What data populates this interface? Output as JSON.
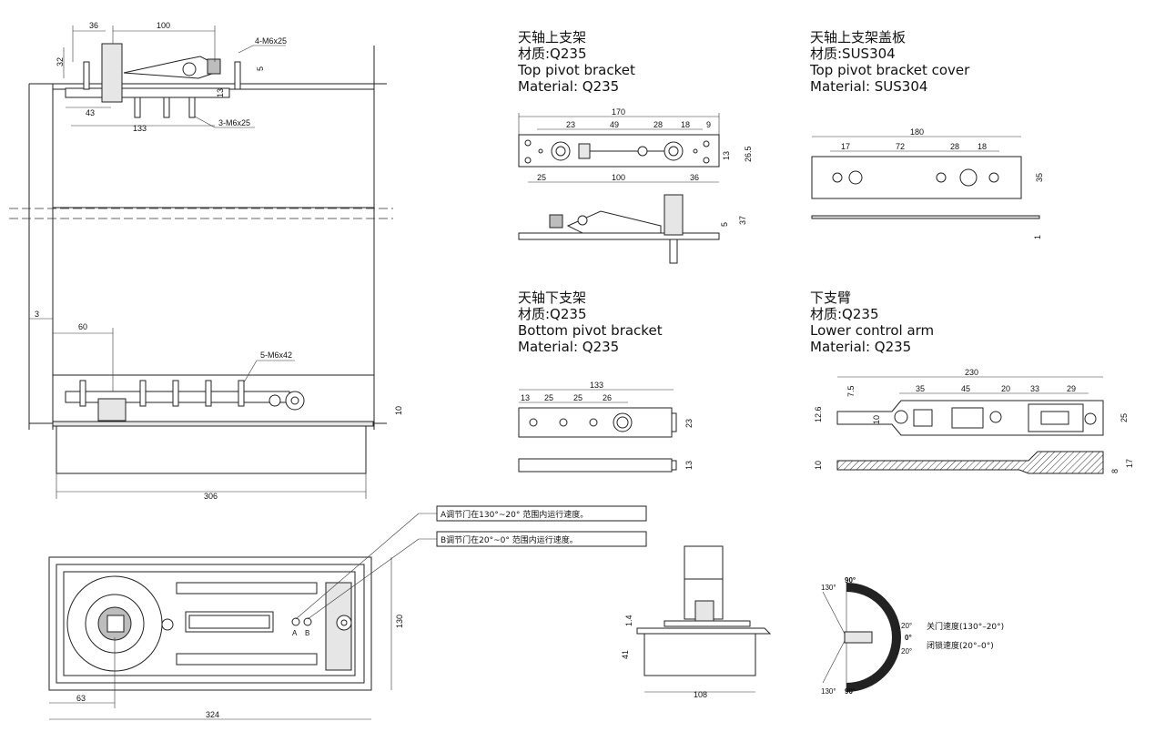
{
  "main_view": {
    "dims": [
      "36",
      "100",
      "32",
      "4-M6x25",
      "5",
      "13",
      "43",
      "133",
      "3-M6x25",
      "3",
      "60",
      "5-M6x42",
      "10",
      "306"
    ]
  },
  "top_pivot_bracket": {
    "title_cn": "天轴上支架",
    "material_cn": "材质:Q235",
    "title_en": "Top pivot bracket",
    "material_en": "Material: Q235",
    "dims": [
      "170",
      "23",
      "49",
      "28",
      "18",
      "9",
      "13",
      "26.5",
      "25",
      "100",
      "36",
      "5",
      "37"
    ]
  },
  "top_pivot_cover": {
    "title_cn": "天轴上支架盖板",
    "material_cn": "材质:SUS304",
    "title_en": "Top pivot bracket cover",
    "material_en": "Material: SUS304",
    "dims": [
      "180",
      "17",
      "72",
      "28",
      "18",
      "35",
      "1"
    ]
  },
  "bottom_pivot_bracket": {
    "title_cn": "天轴下支架",
    "material_cn": "材质:Q235",
    "title_en": "Bottom pivot bracket",
    "material_en": "Material: Q235",
    "dims": [
      "133",
      "13",
      "25",
      "25",
      "26",
      "23",
      "13"
    ]
  },
  "lower_control_arm": {
    "title_cn": "下支臂",
    "material_cn": "材质:Q235",
    "title_en": "Lower control arm",
    "material_en": "Material: Q235",
    "dims": [
      "230",
      "7.5",
      "35",
      "45",
      "20",
      "33",
      "29",
      "12.6",
      "10",
      "25",
      "10",
      "8",
      "17"
    ]
  },
  "closer_body": {
    "note_a": "A调节门在130°~20° 范围内运行速度。",
    "note_b": "B调节门在20°~0° 范围内运行速度。",
    "valve_a": "A",
    "valve_b": "B",
    "dims": [
      "130",
      "63",
      "324"
    ]
  },
  "side_view": {
    "dims": [
      "1.4",
      "41",
      "108"
    ]
  },
  "speed_diagram": {
    "angle_130_top": "130°",
    "angle_90_top": "90°",
    "angle_130_bottom": "130°",
    "angle_90_bottom": "90°",
    "angle_20_top": "20°",
    "angle_0": "0°",
    "angle_20_bottom": "20°",
    "closing_speed_label": "关门速度(130°–20°)",
    "latch_speed_label": "闭锁速度(20°–0°)"
  }
}
